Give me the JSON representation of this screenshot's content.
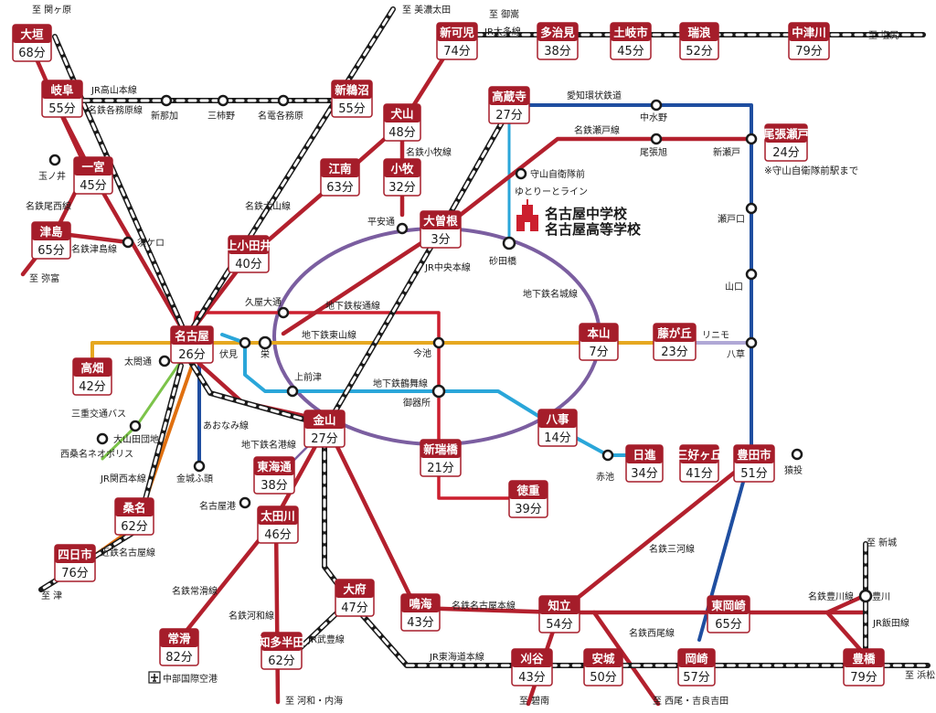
{
  "boxes": [
    {
      "name": "大垣",
      "time": "68分"
    },
    {
      "name": "岐阜",
      "time": "55分"
    },
    {
      "name": "一宮",
      "time": "45分"
    },
    {
      "name": "津島",
      "time": "65分"
    },
    {
      "name": "新鵜沼",
      "time": "55分"
    },
    {
      "name": "犬山",
      "time": "48分"
    },
    {
      "name": "小牧",
      "time": "32分"
    },
    {
      "name": "江南",
      "time": "63分"
    },
    {
      "name": "上小田井",
      "time": "40分"
    },
    {
      "name": "新可児",
      "time": "74分"
    },
    {
      "name": "多治見",
      "time": "38分"
    },
    {
      "name": "土岐市",
      "time": "45分"
    },
    {
      "name": "瑞浪",
      "time": "52分"
    },
    {
      "name": "中津川",
      "time": "79分"
    },
    {
      "name": "高蔵寺",
      "time": "27分"
    },
    {
      "name": "尾張瀬戸",
      "time": "24分"
    },
    {
      "name": "大曽根",
      "time": "3分"
    },
    {
      "name": "名古屋",
      "time": "26分"
    },
    {
      "name": "高畑",
      "time": "42分"
    },
    {
      "name": "本山",
      "time": "7分"
    },
    {
      "name": "藤が丘",
      "time": "23分"
    },
    {
      "name": "八事",
      "time": "14分"
    },
    {
      "name": "金山",
      "time": "27分"
    },
    {
      "name": "新瑞橋",
      "time": "21分"
    },
    {
      "name": "徳重",
      "time": "39分"
    },
    {
      "name": "日進",
      "time": "34分"
    },
    {
      "name": "三好ヶ丘",
      "time": "41分"
    },
    {
      "name": "豊田市",
      "time": "51分"
    },
    {
      "name": "東海通",
      "time": "38分"
    },
    {
      "name": "太田川",
      "time": "46分"
    },
    {
      "name": "桑名",
      "time": "62分"
    },
    {
      "name": "四日市",
      "time": "76分"
    },
    {
      "name": "大府",
      "time": "47分"
    },
    {
      "name": "鳴海",
      "time": "43分"
    },
    {
      "name": "知立",
      "time": "54分"
    },
    {
      "name": "東岡崎",
      "time": "65分"
    },
    {
      "name": "常滑",
      "time": "82分"
    },
    {
      "name": "知多半田",
      "time": "62分"
    },
    {
      "name": "刈谷",
      "time": "43分"
    },
    {
      "name": "安城",
      "time": "50分"
    },
    {
      "name": "岡崎",
      "time": "57分"
    },
    {
      "name": "豊橋",
      "time": "79分"
    }
  ],
  "stations": {
    "shinkako": "新那加",
    "sankakino": "三柿野",
    "meiden_kakamigahara": "名電各務原",
    "tamanoi": "玉ノ井",
    "sukaguchi": "須ケロ",
    "heianodori": "平安通",
    "moriyama_jieitai": "守山自衛隊前",
    "sunadabashi": "砂田橋",
    "nakamizuno": "中水野",
    "owariasahi": "尾張旭",
    "shinseto": "新瀬戸",
    "setoguchi": "瀬戸口",
    "yamaguchi": "山口",
    "yagusa": "八草",
    "hisayaodori": "久屋大通",
    "sakae": "栄",
    "fushimi": "伏見",
    "taikodori": "太閤通",
    "imaike": "今池",
    "kamimaezu": "上前津",
    "gokisho": "御器所",
    "akaike": "赤池",
    "sanage": "猿投",
    "kinjofuto": "金城ふ頭",
    "nagoyako": "名古屋港",
    "oyamada_danchi": "大山田団地",
    "nishikuwana_neopolis": "西桑名ネオポリス",
    "toyokawa": "豊川",
    "chubu_airport": "中部国際空港"
  },
  "lines": {
    "jr_takayama": "JR高山本線",
    "meitetsu_kakamigahara": "名鉄各務原線",
    "meitetsu_bisai": "名鉄尾西線",
    "meitetsu_tsushima": "名鉄津島線",
    "meitetsu_inuyama": "名鉄犬山線",
    "meitetsu_komaki": "名鉄小牧線",
    "jr_taita": "JR太多線",
    "aichi_kanjo": "愛知環状鉄道",
    "meitetsu_seto": "名鉄瀬戸線",
    "yutorito": "ゆとりーとライン",
    "jr_chuo": "JR中央本線",
    "subway_meijo": "地下鉄名城線",
    "subway_sakuradori": "地下鉄桜通線",
    "subway_higashiyama": "地下鉄東山線",
    "subway_tsurumai": "地下鉄鶴舞線",
    "linimo": "リニモ",
    "aonami": "あおなみ線",
    "subway_meiko": "地下鉄名港線",
    "sanjo_bus": "三重交通バス",
    "jr_kansai": "JR関西本線",
    "kintetsu_nagoya": "近鉄名古屋線",
    "meitetsu_tokoname": "名鉄常滑線",
    "meitetsu_kowa": "名鉄河和線",
    "jr_taketoyo": "JR武豊線",
    "meitetsu_nagoya_honsen": "名鉄名古屋本線",
    "meitetsu_mikawa": "名鉄三河線",
    "meitetsu_nishio": "名鉄西尾線",
    "jr_tokaido": "JR東海道本線",
    "meitetsu_toyokawa": "名鉄豊川線",
    "jr_iida": "JR飯田線"
  },
  "destinations": {
    "sekigahara": "至 関ヶ原",
    "mino_ota": "至 美濃太田",
    "mitake": "至 御嵩",
    "shiojiri": "至 塩尻",
    "yatomi": "至 弥富",
    "tsu": "至 津",
    "kowa_utsumi": "至 河和・内海",
    "hekinan": "至 碧南",
    "nishio_kira": "至 西尾・吉良吉田",
    "shinshiro": "至 新城",
    "hamamatsu": "至 浜松"
  },
  "school": {
    "line1": "名古屋中学校",
    "line2": "名古屋高等学校"
  },
  "notes": {
    "owariseto": "※守山自衛隊前駅まで"
  },
  "icons": {
    "airport": "airport-icon",
    "school": "school-building-icon"
  },
  "colors": {
    "box": "#a51d2a",
    "meitetsu": "#b3202d",
    "aichi": "#1f4ea0",
    "meijo": "#7b5ea0",
    "higashiyama": "#e6a820",
    "tsurumai": "#2aa6d9"
  }
}
